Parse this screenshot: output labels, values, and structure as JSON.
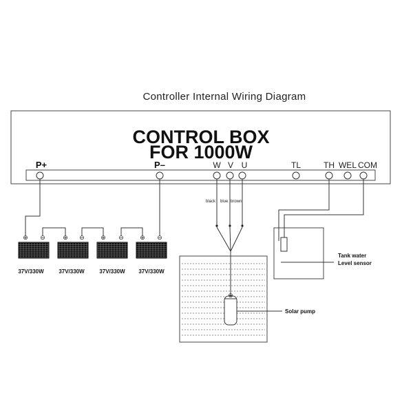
{
  "title": "Controller Internal Wiring Diagram",
  "control_box": {
    "line1": "CONTROL BOX",
    "line2": "FOR 1000W"
  },
  "terminals": {
    "p_plus": "P+",
    "p_minus": "P–",
    "w": "W",
    "v": "V",
    "u": "U",
    "tl": "TL",
    "th": "TH",
    "wel": "WEL",
    "com": "COM"
  },
  "wire_colors": {
    "black": "black",
    "blue": "blue",
    "brown": "brown"
  },
  "panels": [
    {
      "label": "37V/330W",
      "plus": "⊕",
      "minus": "⊖"
    },
    {
      "label": "37V/330W",
      "plus": "⊕",
      "minus": "⊖"
    },
    {
      "label": "37V/330W",
      "plus": "⊕",
      "minus": "⊖"
    },
    {
      "label": "37V/330W",
      "plus": "⊕",
      "minus": "⊖"
    }
  ],
  "pump": {
    "label": "Solar pump",
    "symbol": "⊕"
  },
  "tank": {
    "label_line1": "Tank water",
    "label_line2": "Level sensor"
  },
  "colors": {
    "line": "#333333",
    "background": "#ffffff"
  }
}
